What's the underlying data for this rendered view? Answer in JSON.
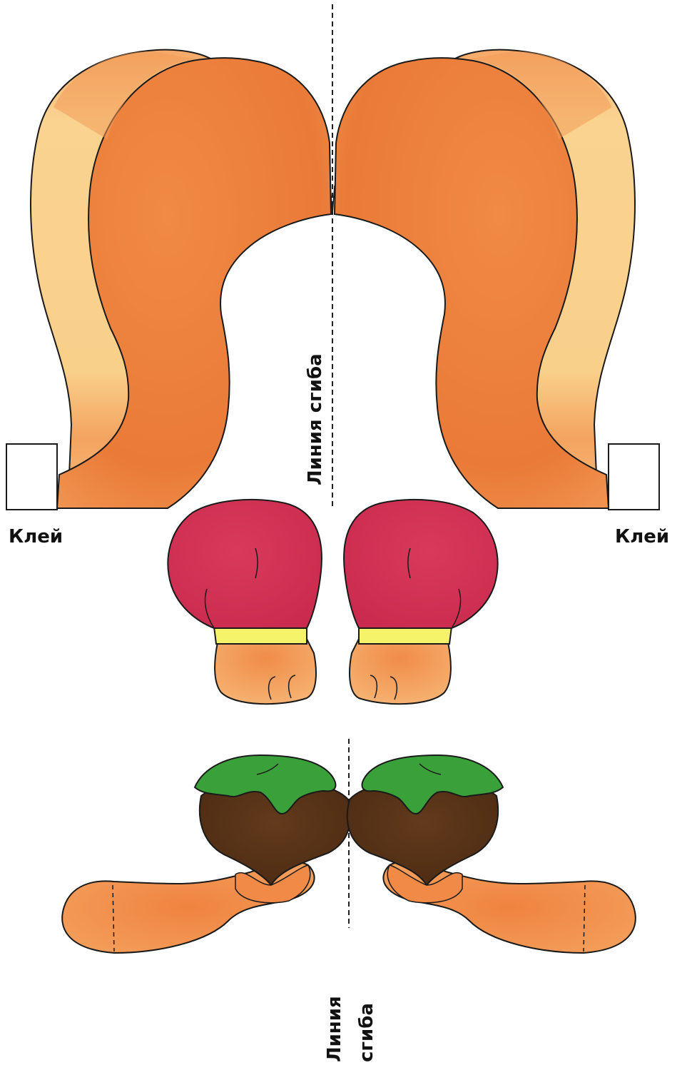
{
  "labels": {
    "glue_left": "Клей",
    "glue_right": "Клей",
    "fold_top": "Линия сгиба",
    "fold_bottom_line1": "Линия",
    "fold_bottom_line2": "сгиба"
  },
  "colors": {
    "fur_orange": "#ee8440",
    "fur_light": "#f9d18c",
    "mitten_red": "#d6375a",
    "cuff_yellow": "#f4f36a",
    "nut_brown": "#5a3418",
    "leaf_green": "#3aa13a",
    "outline": "#1a1a1a"
  }
}
